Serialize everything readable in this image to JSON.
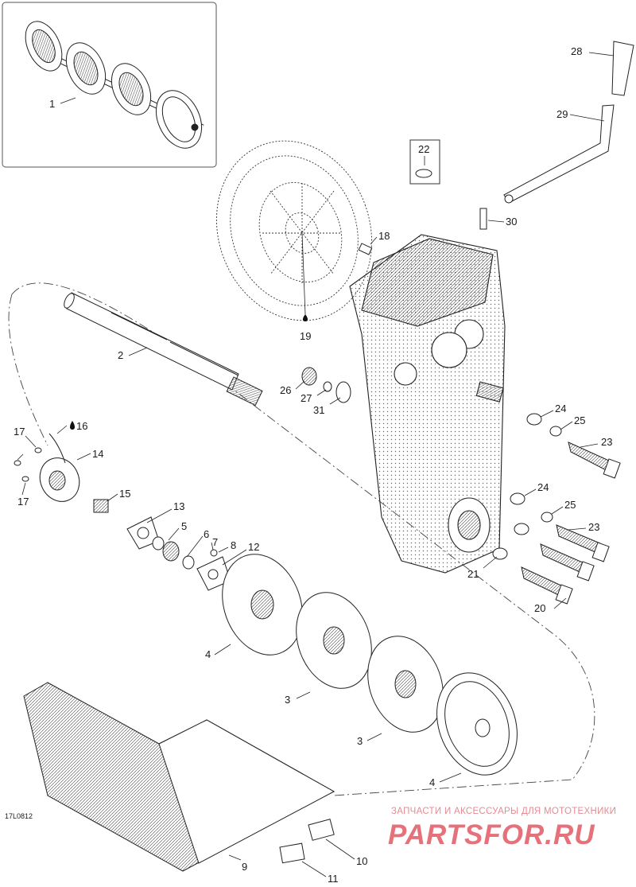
{
  "figure_ref": "17L0812",
  "watermark": {
    "tagline": "ЗАПЧАСТИ И АКСЕССУАРЫ ДЛЯ МОТОТЕХНИКИ",
    "brand": "PARTSFOR.RU"
  },
  "callouts": [
    {
      "id": "c1",
      "text": "1"
    },
    {
      "id": "c2",
      "text": "2"
    },
    {
      "id": "c3a",
      "text": "3"
    },
    {
      "id": "c3b",
      "text": "3"
    },
    {
      "id": "c4a",
      "text": "4"
    },
    {
      "id": "c4b",
      "text": "4"
    },
    {
      "id": "c5",
      "text": "5"
    },
    {
      "id": "c6",
      "text": "6"
    },
    {
      "id": "c7",
      "text": "7"
    },
    {
      "id": "c8",
      "text": "8"
    },
    {
      "id": "c9",
      "text": "9"
    },
    {
      "id": "c10",
      "text": "10"
    },
    {
      "id": "c11",
      "text": "11"
    },
    {
      "id": "c12",
      "text": "12"
    },
    {
      "id": "c13",
      "text": "13"
    },
    {
      "id": "c14",
      "text": "14"
    },
    {
      "id": "c15",
      "text": "15"
    },
    {
      "id": "c16",
      "text": "16"
    },
    {
      "id": "c17a",
      "text": "17"
    },
    {
      "id": "c17b",
      "text": "17"
    },
    {
      "id": "c18",
      "text": "18"
    },
    {
      "id": "c19",
      "text": "19"
    },
    {
      "id": "c20",
      "text": "20"
    },
    {
      "id": "c21",
      "text": "21"
    },
    {
      "id": "c22",
      "text": "22"
    },
    {
      "id": "c23a",
      "text": "23"
    },
    {
      "id": "c23b",
      "text": "23"
    },
    {
      "id": "c24a",
      "text": "24"
    },
    {
      "id": "c24b",
      "text": "24"
    },
    {
      "id": "c25a",
      "text": "25"
    },
    {
      "id": "c25b",
      "text": "25"
    },
    {
      "id": "c26",
      "text": "26"
    },
    {
      "id": "c27",
      "text": "27"
    },
    {
      "id": "c28",
      "text": "28"
    },
    {
      "id": "c29",
      "text": "29"
    },
    {
      "id": "c30",
      "text": "30"
    },
    {
      "id": "c31",
      "text": "31"
    }
  ]
}
